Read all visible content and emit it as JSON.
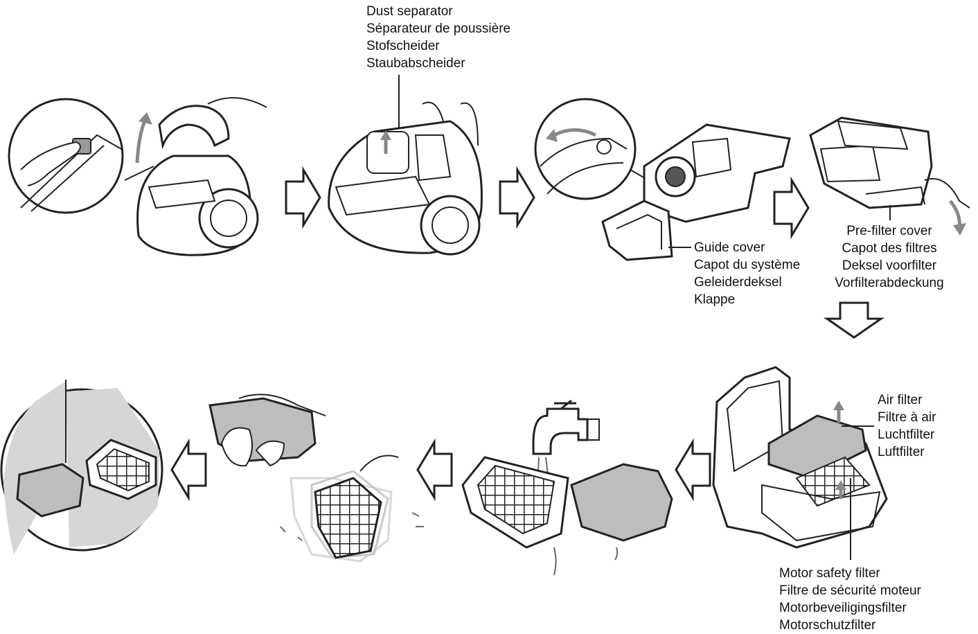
{
  "labels": {
    "dust_separator": [
      "Dust separator",
      "Séparateur de poussière",
      "Stofscheider",
      "Staubabscheider"
    ],
    "guide_cover": [
      "Guide cover",
      "Capot du système",
      "Geleiderdeksel",
      "Klappe"
    ],
    "prefilter_cover": [
      "Pre-filter cover",
      "Capot des filtres",
      "Deksel voorfilter",
      "Vorfilterabdeckung"
    ],
    "air_filter": [
      "Air filter",
      "Filtre à air",
      "Luchtfilter",
      "Luftfilter"
    ],
    "motor_safety_filter": [
      "Motor safety filter",
      "Filtre de sécurité moteur",
      "Motorbeveiligingsfilter",
      "Motorschutzfilter"
    ]
  },
  "colors": {
    "line": "#222222",
    "filter_gray": "#bdbdbd",
    "zoom_gray": "#d6d6d6",
    "arrow_gray": "#9a9a9a"
  }
}
